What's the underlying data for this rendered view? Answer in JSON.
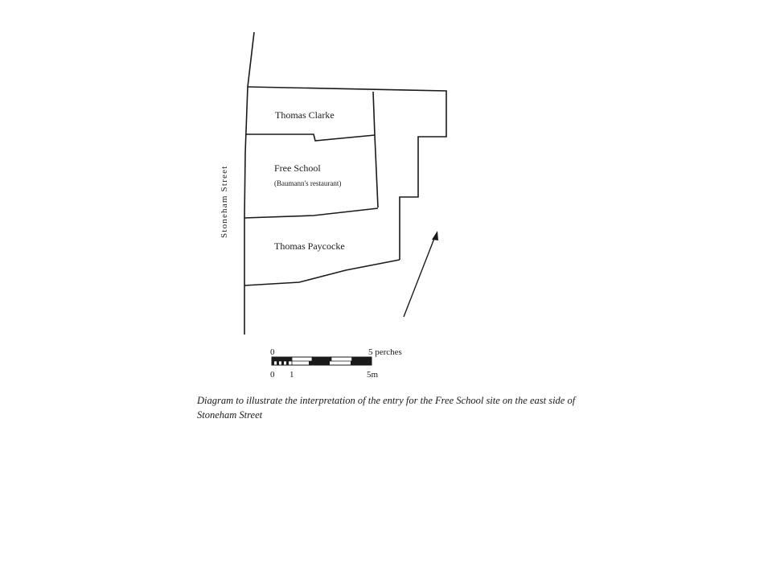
{
  "diagram": {
    "street": "Stoneham Street",
    "plots": [
      {
        "name": "Thomas Clarke",
        "note": ""
      },
      {
        "name": "Free School",
        "note": "(Baumann's restaurant)"
      },
      {
        "name": "Thomas Paycocke",
        "note": ""
      }
    ],
    "scale": {
      "top_start": "0",
      "top_end": "5 perches",
      "bottom_start": "0",
      "bottom_mid": "1",
      "bottom_end": "5m"
    }
  },
  "caption": "Diagram to illustrate the interpretation of the entry for the Free School site on the east side of Stoneham Street"
}
